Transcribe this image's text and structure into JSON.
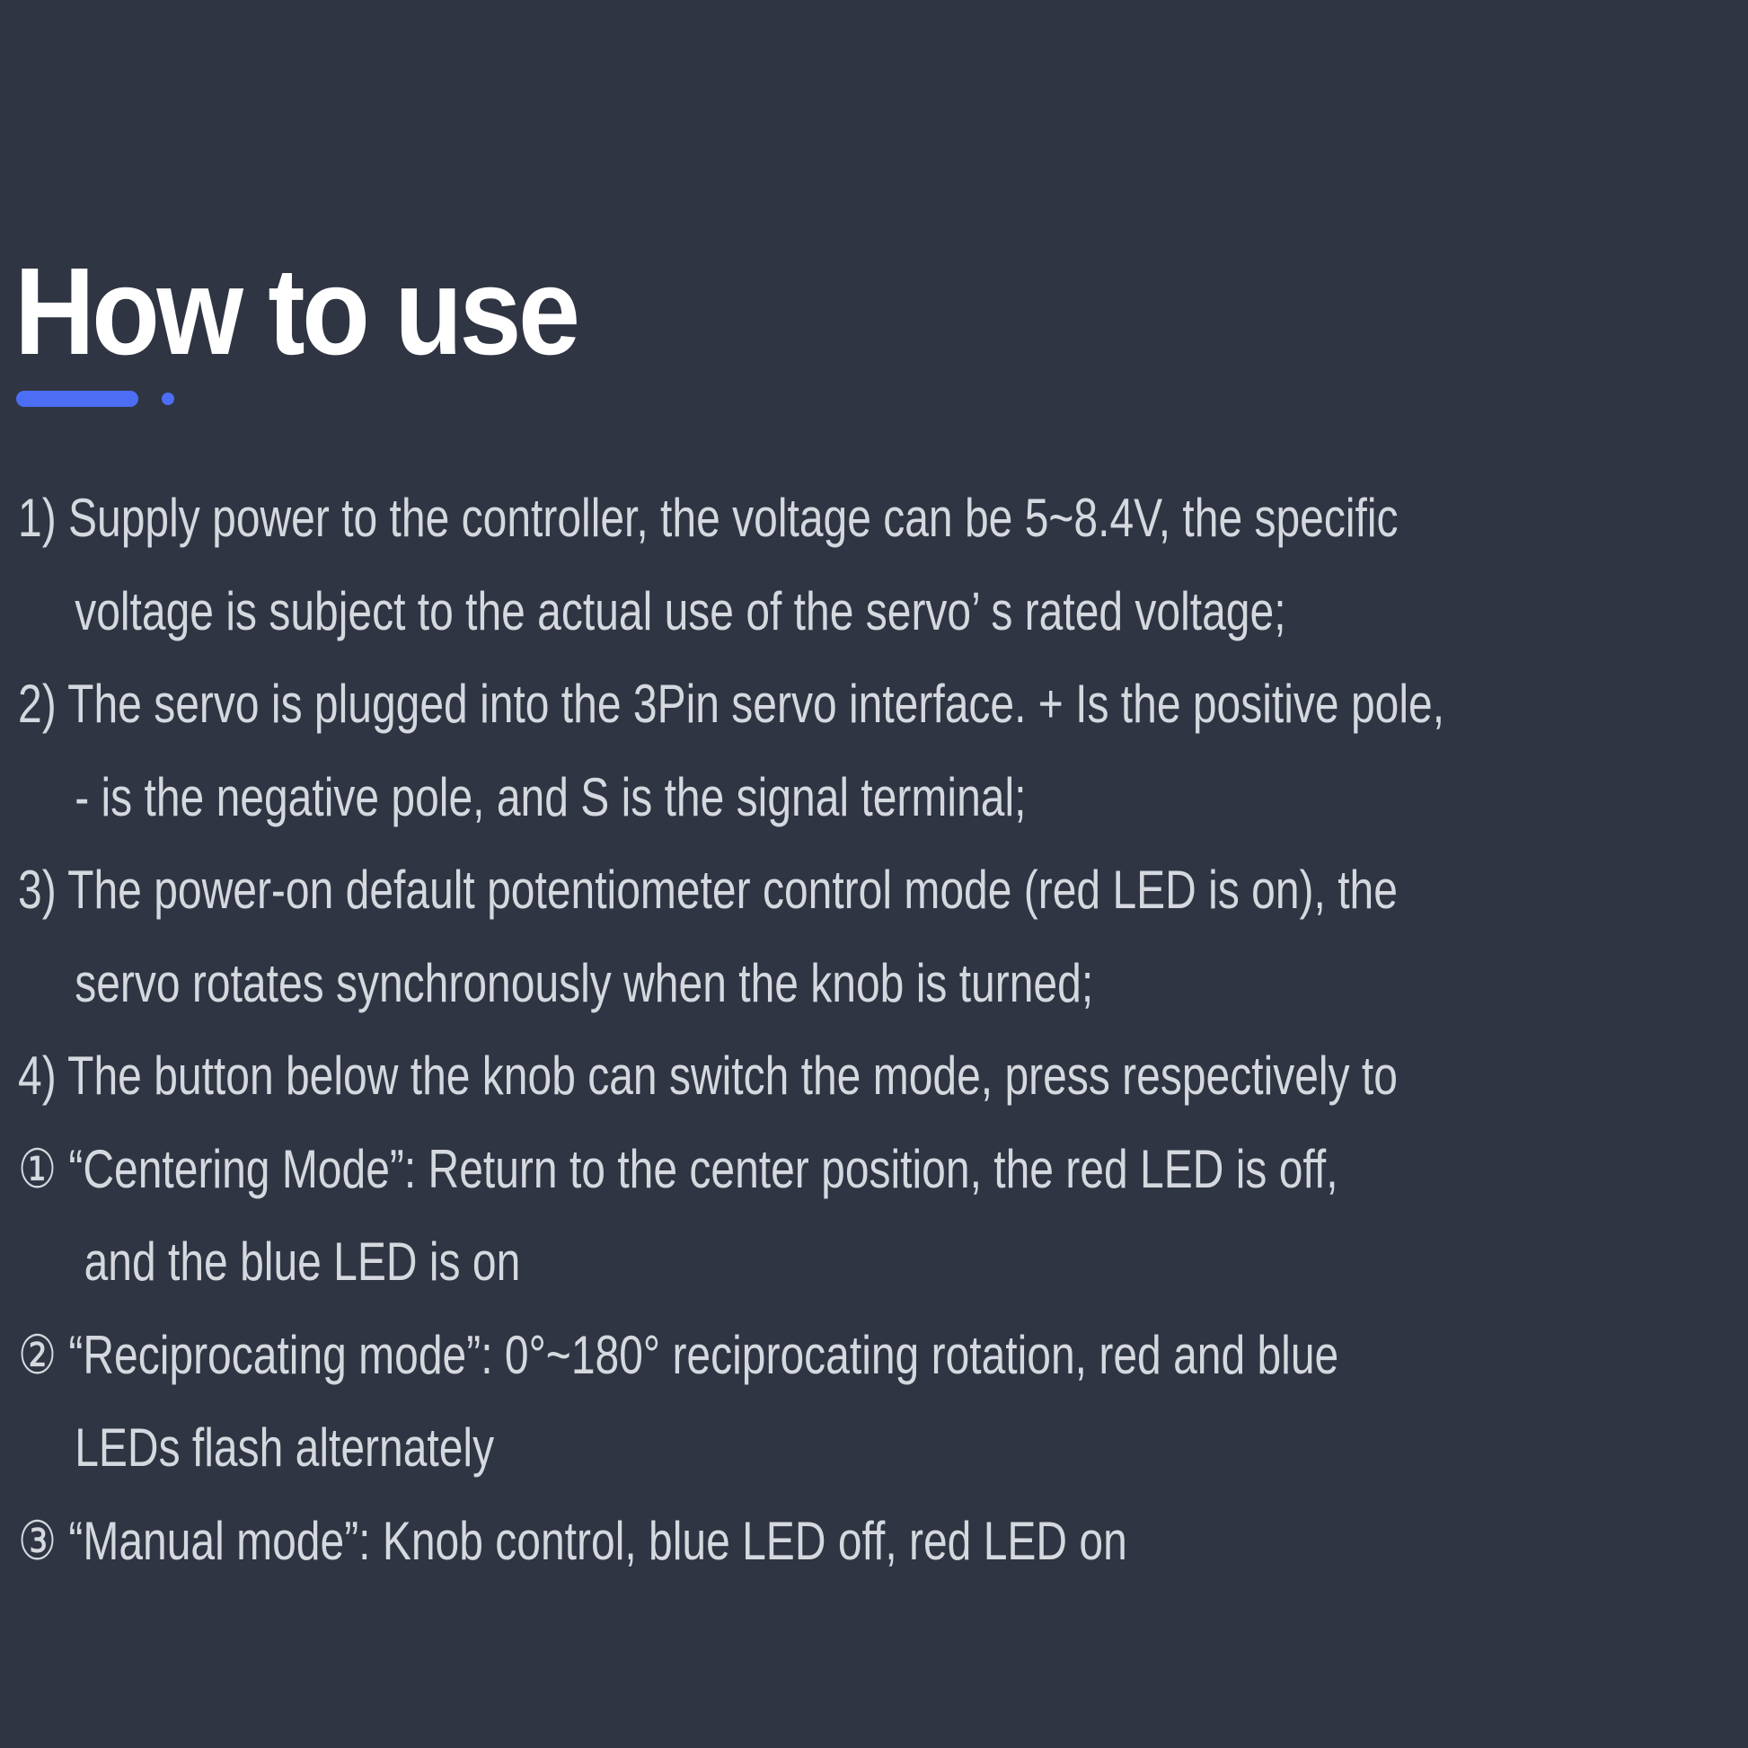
{
  "title": "How to use",
  "colors": {
    "background": "#2f3542",
    "accent": "#4b6ef5",
    "text": "#d5d8de",
    "title": "#ffffff"
  },
  "lines": [
    {
      "text": "1) Supply power to the controller, the voltage can be 5~8.4V, the specific",
      "indent": ""
    },
    {
      "text": "voltage is subject to the actual use of the servo’  s rated voltage;",
      "indent": "indent"
    },
    {
      "text": "2) The servo is plugged into the 3Pin servo interface. + Is the positive pole,",
      "indent": ""
    },
    {
      "text": "- is the negative pole, and S is the signal terminal;",
      "indent": "indent"
    },
    {
      "text": "3) The power-on default potentiometer control mode (red LED is on), the",
      "indent": ""
    },
    {
      "text": "servo rotates synchronously when the knob is turned;",
      "indent": "indent"
    },
    {
      "text": "4) The button below the knob can switch the mode, press respectively to",
      "indent": ""
    },
    {
      "text": "① “Centering Mode”: Return to the center position, the red LED is off,",
      "indent": ""
    },
    {
      "text": "and the blue LED is on",
      "indent": "indent2"
    },
    {
      "text": "② “Reciprocating mode”:  0°~180° reciprocating rotation, red and blue",
      "indent": ""
    },
    {
      "text": "LEDs flash alternately",
      "indent": "indent"
    },
    {
      "text": "③ “Manual mode”: Knob control, blue LED off, red LED on",
      "indent": ""
    }
  ]
}
